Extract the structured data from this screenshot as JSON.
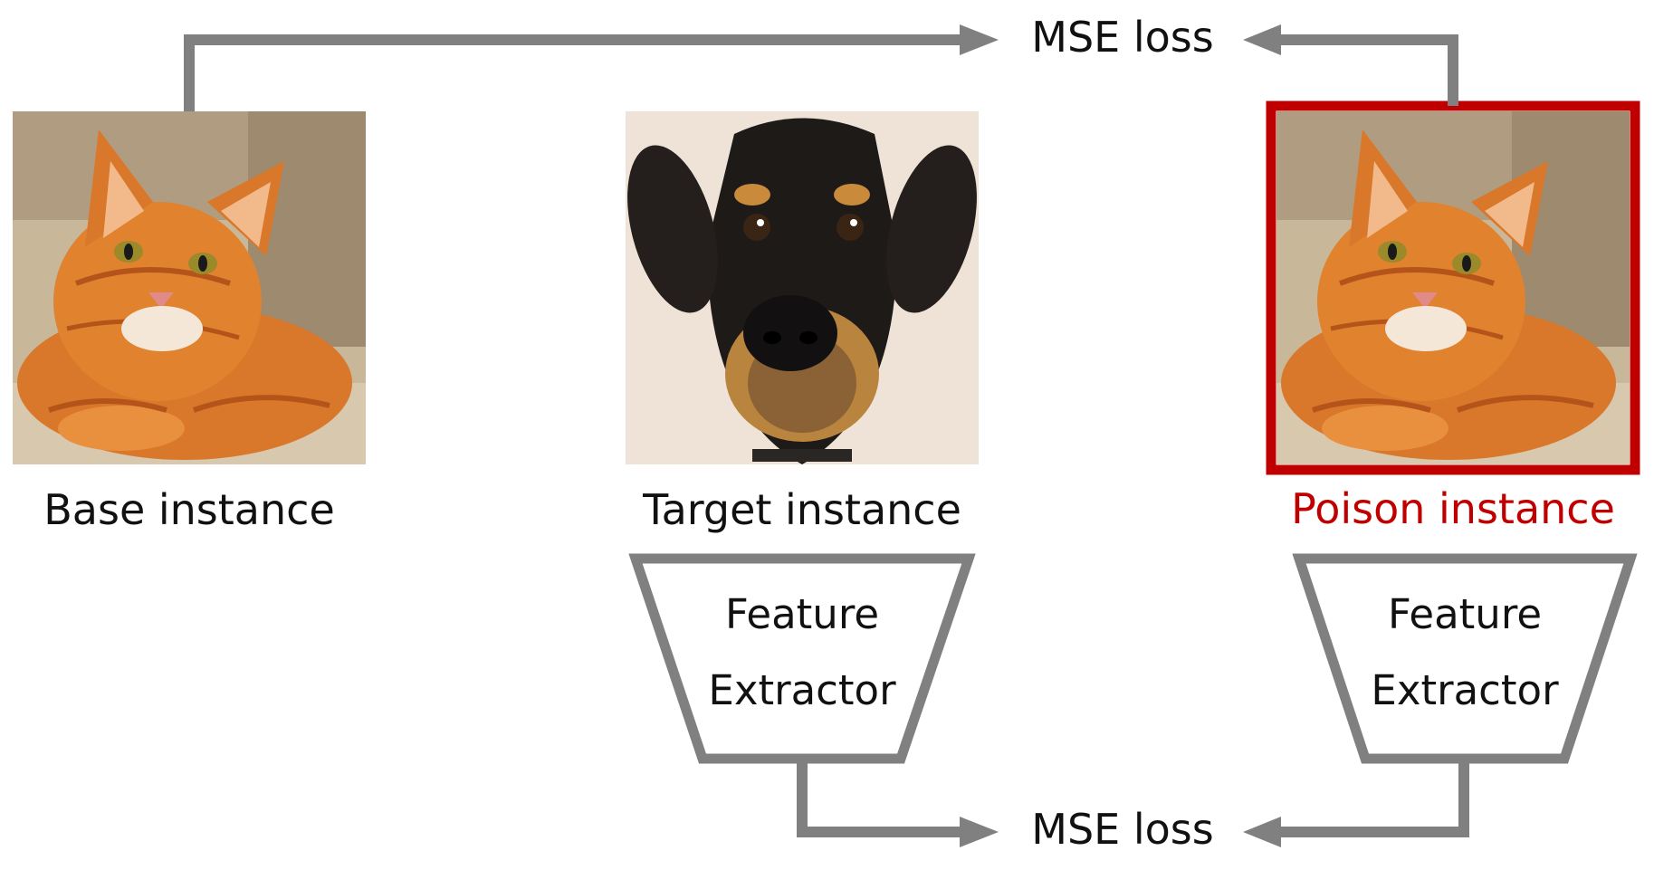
{
  "colors": {
    "arrow": "#808080",
    "text": "#111111",
    "highlight": "#c00000",
    "cat_fur": "#d9782a",
    "cat_background": "#c9b79a",
    "dog_fur": "#1e1a18",
    "dog_tan": "#c98a3c",
    "dog_background": "#eee3d6"
  },
  "images": {
    "base": {
      "label": "Base instance",
      "depicts": "orange tabby cat"
    },
    "target": {
      "label": "Target instance",
      "depicts": "black and tan dog"
    },
    "poison": {
      "label": "Poison instance",
      "depicts": "orange tabby cat",
      "highlighted": true
    }
  },
  "extractors": {
    "target": {
      "line1": "Feature",
      "line2": "Extractor"
    },
    "poison": {
      "line1": "Feature",
      "line2": "Extractor"
    }
  },
  "losses": {
    "top": "MSE loss",
    "bottom": "MSE loss"
  }
}
